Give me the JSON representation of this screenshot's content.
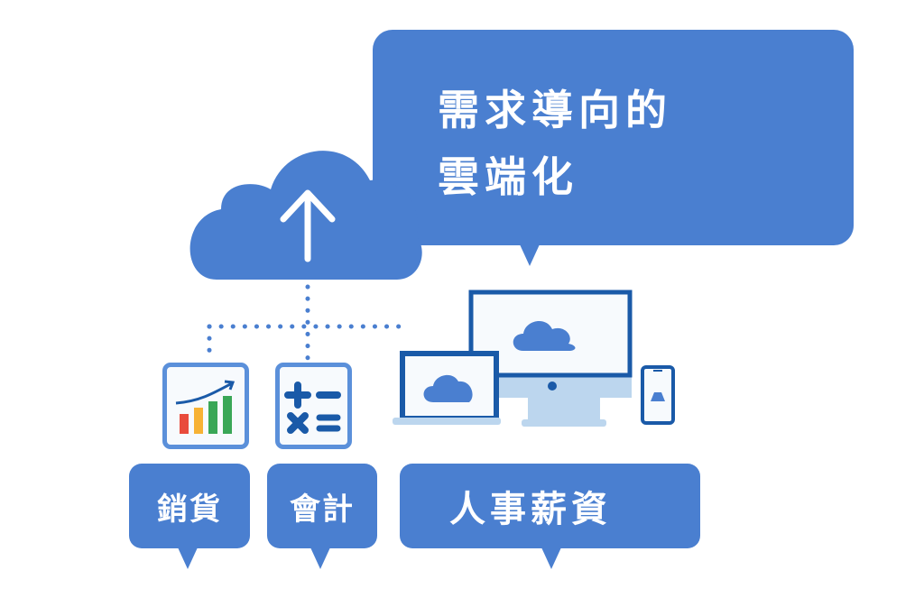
{
  "headline": {
    "line1": "需求導向的",
    "line2": "雲端化"
  },
  "labels": {
    "sales": "銷貨",
    "accounting": "會計",
    "hr_payroll": "人事薪資"
  },
  "icons": [
    "cloud-upload-icon",
    "sales-chart-icon",
    "calculator-icon",
    "monitor-icon",
    "laptop-icon",
    "phone-icon"
  ],
  "colors": {
    "primary": "#4a7fd0",
    "dark": "#1a5aa8",
    "light": "#bcd6ee",
    "bar_red": "#e94b3c",
    "bar_orange": "#f7b234",
    "bar_green": "#3aa757"
  }
}
